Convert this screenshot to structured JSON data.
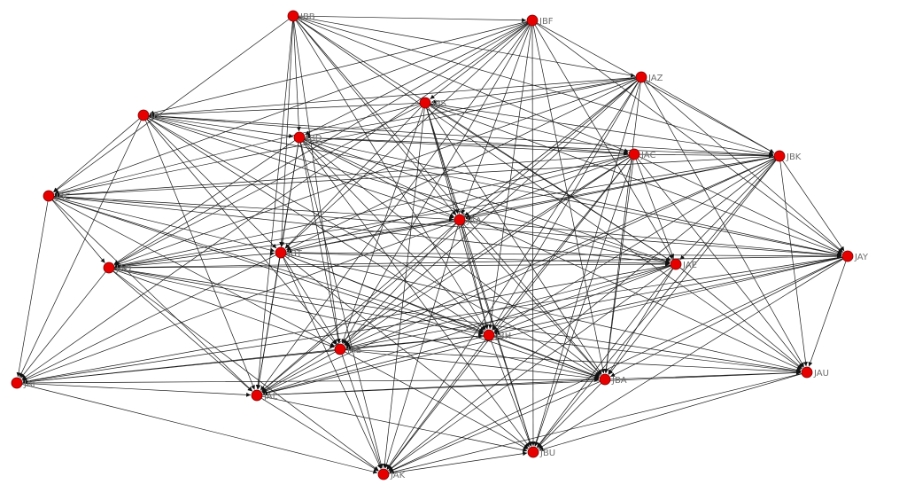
{
  "diagram": {
    "node_color": "#e60000",
    "edge_color": "#1a1a1a",
    "label_color": "#6f6f6f",
    "nodes": [
      {
        "id": "JBB",
        "label": "JBB"
      },
      {
        "id": "JBF",
        "label": "JBF"
      },
      {
        "id": "JAZ",
        "label": "JAZ"
      },
      {
        "id": "JBS",
        "label": "JBS"
      },
      {
        "id": "JBL",
        "label": "JBL"
      },
      {
        "id": "JBD",
        "label": "JBD"
      },
      {
        "id": "JAC",
        "label": "JAC"
      },
      {
        "id": "JBK",
        "label": "JBK"
      },
      {
        "id": "JBC",
        "label": "JBC"
      },
      {
        "id": "JAA",
        "label": "JAA"
      },
      {
        "id": "JAD",
        "label": "JAD"
      },
      {
        "id": "JBT",
        "label": "JBT"
      },
      {
        "id": "JAE",
        "label": "JAE"
      },
      {
        "id": "JAY",
        "label": "JAY"
      },
      {
        "id": "JAB",
        "label": "JAB"
      },
      {
        "id": "JBH",
        "label": "JBH"
      },
      {
        "id": "JAF",
        "label": "JAF"
      },
      {
        "id": "JAL",
        "label": "JAL"
      },
      {
        "id": "JBA",
        "label": "JBA"
      },
      {
        "id": "JAU",
        "label": "JAU"
      },
      {
        "id": "JAK",
        "label": "JAK"
      },
      {
        "id": "JBU",
        "label": "JBU"
      }
    ],
    "edges": [
      [
        "JBB",
        "JBF"
      ],
      [
        "JBB",
        "JAZ"
      ],
      [
        "JBB",
        "JAC"
      ],
      [
        "JBB",
        "JBK"
      ],
      [
        "JBB",
        "JAE"
      ],
      [
        "JBB",
        "JBH"
      ],
      [
        "JBB",
        "JBA"
      ],
      [
        "JBB",
        "JAB"
      ],
      [
        "JBB",
        "JBT"
      ],
      [
        "JBB",
        "JBD"
      ],
      [
        "JBB",
        "JBC"
      ],
      [
        "JBB",
        "JAL"
      ],
      [
        "JBB",
        "JAU"
      ],
      [
        "JBB",
        "JAA"
      ],
      [
        "JBF",
        "JBL"
      ],
      [
        "JBF",
        "JBS"
      ],
      [
        "JBF",
        "JBD"
      ],
      [
        "JBF",
        "JBC"
      ],
      [
        "JBF",
        "JAD"
      ],
      [
        "JBF",
        "JBT"
      ],
      [
        "JBF",
        "JAA"
      ],
      [
        "JBF",
        "JAB"
      ],
      [
        "JBF",
        "JAL"
      ],
      [
        "JBF",
        "JAF"
      ],
      [
        "JBF",
        "JBH"
      ],
      [
        "JBF",
        "JBK"
      ],
      [
        "JBF",
        "JAY"
      ],
      [
        "JBF",
        "JAE"
      ],
      [
        "JBF",
        "JBU"
      ],
      [
        "JBF",
        "JBA"
      ],
      [
        "JAZ",
        "JBL"
      ],
      [
        "JAZ",
        "JBS"
      ],
      [
        "JAZ",
        "JBD"
      ],
      [
        "JAZ",
        "JBC"
      ],
      [
        "JAZ",
        "JAD"
      ],
      [
        "JAZ",
        "JBT"
      ],
      [
        "JAZ",
        "JAA"
      ],
      [
        "JAZ",
        "JAB"
      ],
      [
        "JAZ",
        "JBH"
      ],
      [
        "JAZ",
        "JAK"
      ],
      [
        "JAZ",
        "JBU"
      ],
      [
        "JAZ",
        "JBA"
      ],
      [
        "JAZ",
        "JAU"
      ],
      [
        "JAZ",
        "JAY"
      ],
      [
        "JAZ",
        "JBK"
      ],
      [
        "JAZ",
        "JAL"
      ],
      [
        "JBS",
        "JBL"
      ],
      [
        "JBS",
        "JBC"
      ],
      [
        "JBS",
        "JAD"
      ],
      [
        "JBS",
        "JBT"
      ],
      [
        "JBS",
        "JAA"
      ],
      [
        "JBS",
        "JBH"
      ],
      [
        "JBS",
        "JBU"
      ],
      [
        "JBS",
        "JAK"
      ],
      [
        "JBS",
        "JBA"
      ],
      [
        "JBS",
        "JAE"
      ],
      [
        "JBS",
        "JAY"
      ],
      [
        "JBS",
        "JBK"
      ],
      [
        "JBS",
        "JAC"
      ],
      [
        "JBS",
        "JAB"
      ],
      [
        "JBL",
        "JBD"
      ],
      [
        "JBL",
        "JAC"
      ],
      [
        "JBL",
        "JBK"
      ],
      [
        "JBL",
        "JAA"
      ],
      [
        "JBL",
        "JAE"
      ],
      [
        "JBL",
        "JBH"
      ],
      [
        "JBL",
        "JBA"
      ],
      [
        "JBL",
        "JAB"
      ],
      [
        "JBL",
        "JAL"
      ],
      [
        "JBL",
        "JAF"
      ],
      [
        "JBL",
        "JBT"
      ],
      [
        "JBL",
        "JAY"
      ],
      [
        "JBL",
        "JBC"
      ],
      [
        "JBD",
        "JAC"
      ],
      [
        "JBD",
        "JBK"
      ],
      [
        "JBD",
        "JAA"
      ],
      [
        "JBD",
        "JAE"
      ],
      [
        "JBD",
        "JBH"
      ],
      [
        "JBD",
        "JBA"
      ],
      [
        "JBD",
        "JAB"
      ],
      [
        "JBD",
        "JBT"
      ],
      [
        "JBD",
        "JAL"
      ],
      [
        "JBD",
        "JAK"
      ],
      [
        "JBD",
        "JBU"
      ],
      [
        "JBD",
        "JAD"
      ],
      [
        "JBD",
        "JAU"
      ],
      [
        "JBD",
        "JAY"
      ],
      [
        "JAC",
        "JBC"
      ],
      [
        "JAC",
        "JAD"
      ],
      [
        "JAC",
        "JBT"
      ],
      [
        "JAC",
        "JAA"
      ],
      [
        "JAC",
        "JAB"
      ],
      [
        "JAC",
        "JBH"
      ],
      [
        "JAC",
        "JAL"
      ],
      [
        "JAC",
        "JAK"
      ],
      [
        "JAC",
        "JBU"
      ],
      [
        "JAC",
        "JBA"
      ],
      [
        "JAC",
        "JAE"
      ],
      [
        "JAC",
        "JAY"
      ],
      [
        "JAC",
        "JBK"
      ],
      [
        "JAC",
        "JAU"
      ],
      [
        "JBK",
        "JBC"
      ],
      [
        "JBK",
        "JAD"
      ],
      [
        "JBK",
        "JBT"
      ],
      [
        "JBK",
        "JAA"
      ],
      [
        "JBK",
        "JAB"
      ],
      [
        "JBK",
        "JBH"
      ],
      [
        "JBK",
        "JAL"
      ],
      [
        "JBK",
        "JAK"
      ],
      [
        "JBK",
        "JBU"
      ],
      [
        "JBK",
        "JBA"
      ],
      [
        "JBK",
        "JAE"
      ],
      [
        "JBK",
        "JAY"
      ],
      [
        "JBK",
        "JAU"
      ],
      [
        "JBC",
        "JAA"
      ],
      [
        "JBC",
        "JBT"
      ],
      [
        "JBC",
        "JAE"
      ],
      [
        "JBC",
        "JBH"
      ],
      [
        "JBC",
        "JBA"
      ],
      [
        "JBC",
        "JAB"
      ],
      [
        "JBC",
        "JAL"
      ],
      [
        "JBC",
        "JAF"
      ],
      [
        "JBC",
        "JAD"
      ],
      [
        "JBC",
        "JAY"
      ],
      [
        "JAA",
        "JAD"
      ],
      [
        "JAA",
        "JBT"
      ],
      [
        "JAA",
        "JAE"
      ],
      [
        "JAA",
        "JAY"
      ],
      [
        "JAA",
        "JAB"
      ],
      [
        "JAA",
        "JBH"
      ],
      [
        "JAA",
        "JAL"
      ],
      [
        "JAA",
        "JAK"
      ],
      [
        "JAA",
        "JBU"
      ],
      [
        "JAA",
        "JBA"
      ],
      [
        "JAA",
        "JAF"
      ],
      [
        "JAD",
        "JBT"
      ],
      [
        "JAD",
        "JAE"
      ],
      [
        "JAD",
        "JAY"
      ],
      [
        "JAD",
        "JAB"
      ],
      [
        "JAD",
        "JBH"
      ],
      [
        "JAD",
        "JAL"
      ],
      [
        "JAD",
        "JAF"
      ],
      [
        "JAD",
        "JBA"
      ],
      [
        "JAD",
        "JAK"
      ],
      [
        "JAD",
        "JAU"
      ],
      [
        "JBT",
        "JAE"
      ],
      [
        "JBT",
        "JAY"
      ],
      [
        "JBT",
        "JAB"
      ],
      [
        "JBT",
        "JBH"
      ],
      [
        "JBT",
        "JAL"
      ],
      [
        "JBT",
        "JAK"
      ],
      [
        "JBT",
        "JBU"
      ],
      [
        "JBT",
        "JBA"
      ],
      [
        "JBT",
        "JAU"
      ],
      [
        "JBT",
        "JAF"
      ],
      [
        "JAE",
        "JAB"
      ],
      [
        "JAE",
        "JBH"
      ],
      [
        "JAE",
        "JAL"
      ],
      [
        "JAE",
        "JAK"
      ],
      [
        "JAE",
        "JBU"
      ],
      [
        "JAE",
        "JBA"
      ],
      [
        "JAE",
        "JAU"
      ],
      [
        "JAE",
        "JAF"
      ],
      [
        "JAY",
        "JAB"
      ],
      [
        "JAY",
        "JBH"
      ],
      [
        "JAY",
        "JAL"
      ],
      [
        "JAY",
        "JBA"
      ],
      [
        "JAY",
        "JAU"
      ],
      [
        "JAY",
        "JAK"
      ],
      [
        "JAY",
        "JBU"
      ],
      [
        "JAY",
        "JAF"
      ],
      [
        "JAB",
        "JBH"
      ],
      [
        "JAB",
        "JAL"
      ],
      [
        "JAB",
        "JAF"
      ],
      [
        "JAB",
        "JAK"
      ],
      [
        "JAB",
        "JBU"
      ],
      [
        "JAB",
        "JBA"
      ],
      [
        "JAB",
        "JAU"
      ],
      [
        "JBH",
        "JAL"
      ],
      [
        "JBH",
        "JAK"
      ],
      [
        "JBH",
        "JBU"
      ],
      [
        "JBH",
        "JBA"
      ],
      [
        "JBH",
        "JAU"
      ],
      [
        "JBH",
        "JAF"
      ],
      [
        "JAF",
        "JAL"
      ],
      [
        "JAF",
        "JAK"
      ],
      [
        "JAF",
        "JBA"
      ],
      [
        "JAL",
        "JAK"
      ],
      [
        "JAL",
        "JBU"
      ],
      [
        "JAL",
        "JBA"
      ],
      [
        "JAL",
        "JAU"
      ],
      [
        "JBA",
        "JAK"
      ],
      [
        "JBA",
        "JBU"
      ],
      [
        "JBA",
        "JAU"
      ],
      [
        "JAU",
        "JBU"
      ],
      [
        "JAU",
        "JAK"
      ],
      [
        "JAK",
        "JBU"
      ]
    ]
  }
}
